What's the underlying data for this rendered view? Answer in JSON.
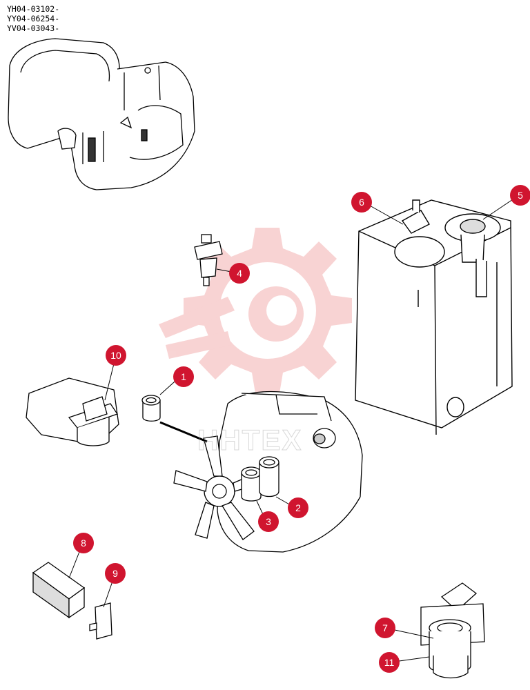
{
  "serials": [
    "YH04-03102-",
    "YY04-06254-",
    "YV04-03043-"
  ],
  "watermark": {
    "text": "HHTEX",
    "color": "#e03a3a"
  },
  "callout_color": "#d0152f",
  "callouts": [
    {
      "id": "1",
      "label": "1"
    },
    {
      "id": "2",
      "label": "2"
    },
    {
      "id": "3",
      "label": "3"
    },
    {
      "id": "4",
      "label": "4"
    },
    {
      "id": "5",
      "label": "5"
    },
    {
      "id": "6",
      "label": "6"
    },
    {
      "id": "7",
      "label": "7"
    },
    {
      "id": "8",
      "label": "8"
    },
    {
      "id": "9",
      "label": "9"
    },
    {
      "id": "10",
      "label": "10"
    },
    {
      "id": "11",
      "label": "11"
    }
  ]
}
